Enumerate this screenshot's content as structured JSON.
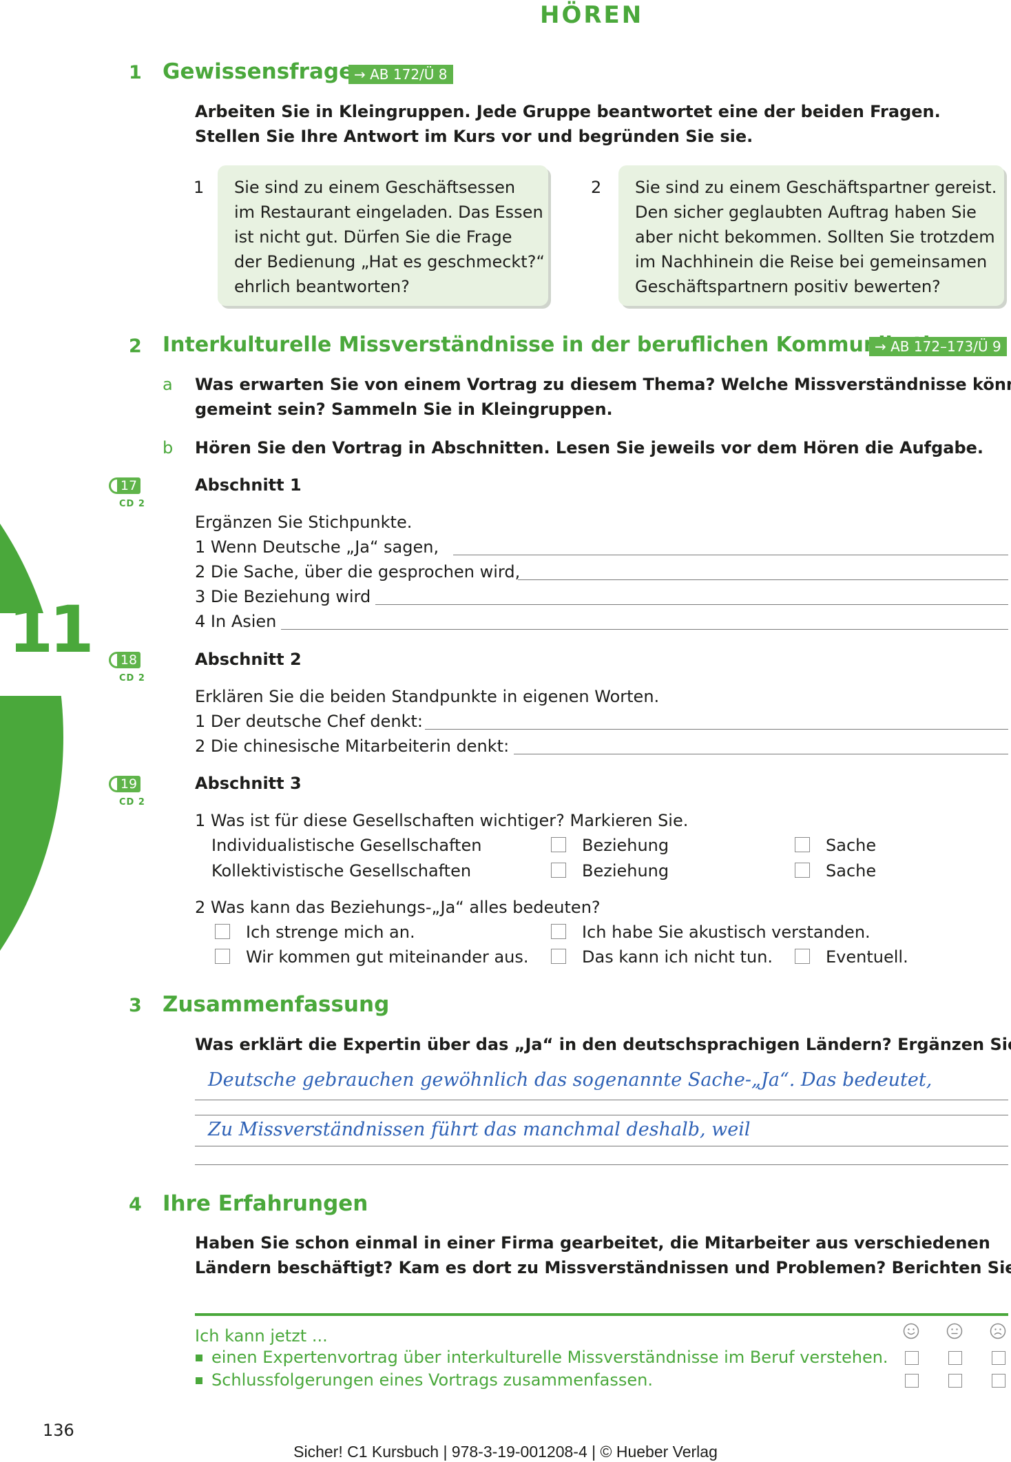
{
  "page_header": "HÖREN",
  "chapter_number": "11",
  "page_number": "136",
  "footer": "Sicher! C1 Kursbuch | 978-3-19-001208-4 | © Hueber Verlag",
  "colors": {
    "accent": "#4aa83b",
    "box_bg": "#e8f2e1",
    "handwriting": "#2f62b6"
  },
  "section1": {
    "num": "1",
    "title": "Gewissensfragen",
    "ref": "→ AB 172/Ü 8",
    "instructions": [
      "Arbeiten Sie in Kleingruppen. Jede Gruppe beantwortet eine der beiden Fragen.",
      "Stellen Sie Ihre Antwort im Kurs vor und begründen Sie sie."
    ],
    "questions": [
      {
        "num": "1",
        "lines": [
          "Sie sind zu einem Geschäftsessen",
          "im Restaurant eingeladen. Das Essen",
          "ist nicht gut. Dürfen Sie die Frage",
          "der Bedienung „Hat es geschmeckt?“",
          "ehrlich beantworten?"
        ]
      },
      {
        "num": "2",
        "lines": [
          "Sie sind zu einem Geschäftspartner gereist.",
          "Den sicher geglaubten Auftrag haben Sie",
          "aber nicht bekommen. Sollten Sie trotzdem",
          "im Nachhinein die Reise bei gemeinsamen",
          "Geschäftspartnern positiv bewerten?"
        ]
      }
    ]
  },
  "section2": {
    "num": "2",
    "title": "Interkulturelle Missverständnisse in der beruflichen Kommunikation",
    "ref": "→ AB 172–173/Ü 9",
    "a": {
      "letter": "a",
      "lines": [
        "Was erwarten Sie von einem Vortrag zu diesem Thema? Welche Missverständnisse könnten",
        "gemeint sein? Sammeln Sie in Kleingruppen."
      ]
    },
    "b": {
      "letter": "b",
      "text": "Hören Sie den Vortrag in Abschnitten. Lesen Sie jeweils vor dem Hören die Aufgabe."
    },
    "cd_label": "CD 2",
    "abschnitt1": {
      "track": "17",
      "title": "Abschnitt 1",
      "instruction": "Ergänzen Sie Stichpunkte.",
      "items": [
        "1 Wenn Deutsche „Ja“ sagen,",
        "2 Die Sache, über die gesprochen wird,",
        "3 Die Beziehung wird",
        "4 In Asien"
      ]
    },
    "abschnitt2": {
      "track": "18",
      "title": "Abschnitt 2",
      "instruction": "Erklären Sie die beiden Standpunkte in eigenen Worten.",
      "items": [
        "1 Der deutsche Chef denkt:",
        "2 Die chinesische Mitarbeiterin denkt:"
      ]
    },
    "abschnitt3": {
      "track": "19",
      "title": "Abschnitt 3",
      "q1": "1 Was ist für diese Gesellschaften wichtiger? Markieren Sie.",
      "rows": [
        {
          "label": "Individualistische Gesellschaften",
          "opt1": "Beziehung",
          "opt2": "Sache"
        },
        {
          "label": "Kollektivistische Gesellschaften",
          "opt1": "Beziehung",
          "opt2": "Sache"
        }
      ],
      "q2": "2 Was kann das Beziehungs-„Ja“ alles bedeuten?",
      "options": [
        "Ich strenge mich an.",
        "Ich habe Sie akustisch verstanden.",
        "Wir kommen gut miteinander aus.",
        "Das kann ich nicht tun.",
        "Eventuell."
      ]
    }
  },
  "section3": {
    "num": "3",
    "title": "Zusammenfassung",
    "instruction": "Was erklärt die Expertin über das „Ja“ in den deutschsprachigen Ländern? Ergänzen Sie.",
    "handwritten": [
      "Deutsche gebrauchen gewöhnlich das sogenannte Sache-„Ja“. Das bedeutet,",
      "Zu Missverständnissen führt das manchmal deshalb, weil"
    ]
  },
  "section4": {
    "num": "4",
    "title": "Ihre Erfahrungen",
    "lines": [
      "Haben Sie schon einmal in einer Firma gearbeitet, die Mitarbeiter aus verschiedenen",
      "Ländern beschäftigt? Kam es dort zu Missverständnissen und Problemen? Berichten Sie."
    ]
  },
  "can_do": {
    "heading": "Ich kann jetzt ...",
    "items": [
      "einen Expertenvortrag über interkulturelle Missverständnisse im Beruf verstehen.",
      "Schlussfolgerungen eines Vortrags zusammenfassen."
    ],
    "smileys": [
      "happy-face-icon",
      "neutral-face-icon",
      "sad-face-icon"
    ]
  }
}
